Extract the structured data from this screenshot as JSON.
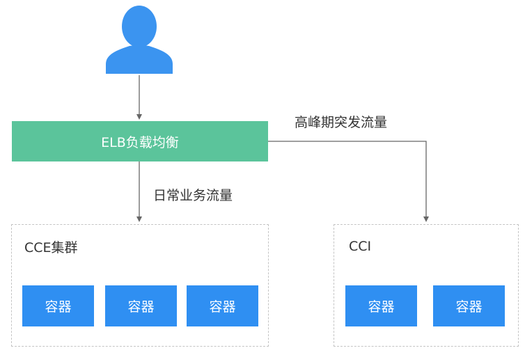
{
  "user": {
    "icon": "user-icon"
  },
  "elb": {
    "label": "ELB负载均衡"
  },
  "edges": {
    "daily": "日常业务流量",
    "peak": "高峰期突发流量"
  },
  "cce": {
    "label": "CCE集群",
    "containers": [
      "容器",
      "容器",
      "容器"
    ]
  },
  "cci": {
    "label": "CCI",
    "containers": [
      "容器",
      "容器"
    ]
  },
  "colors": {
    "user": "#3b94f0",
    "elb": "#5bc49b",
    "container": "#2f8ff2",
    "line": "#666666",
    "border": "#c4c4c4"
  }
}
